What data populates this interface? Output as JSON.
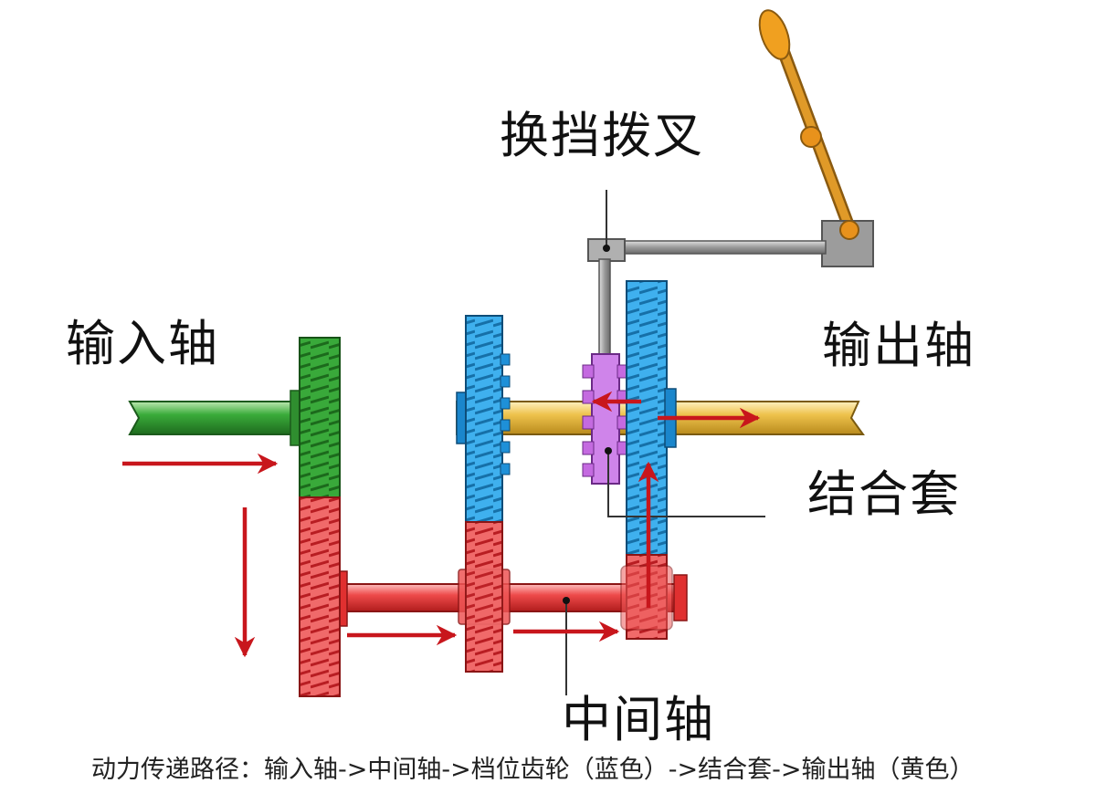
{
  "labels": {
    "shift_fork": "换挡拨叉",
    "input_shaft": "输入轴",
    "output_shaft": "输出轴",
    "sleeve": "结合套",
    "countershaft": "中间轴"
  },
  "caption": "动力传递路径：输入轴->中间轴->档位齿轮（蓝色）->结合套->输出轴（黄色）",
  "colors": {
    "input": "#2e9e2e",
    "counter": "#e8262a",
    "gear": "#1e9be0",
    "output": "#e5b83c",
    "sleeve": "#c86ae0",
    "lever": "#d88a1a",
    "rod": "#8c8c8c",
    "arrow": "#c8161c"
  }
}
